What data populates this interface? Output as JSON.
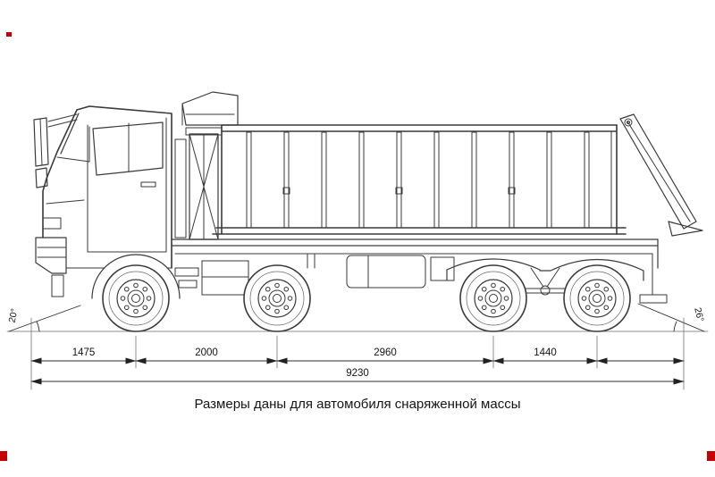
{
  "diagram": {
    "caption": "Размеры даны для автомобиля снаряженной массы",
    "dimensions": {
      "front_overhang_to_axle1": "1475",
      "axle1_to_axle2": "2000",
      "axle2_to_axle3": "2960",
      "axle3_to_axle4": "1440",
      "overall_length": "9230"
    },
    "angles": {
      "front_approach": "20°",
      "rear_departure": "26°"
    },
    "colors": {
      "line": "#3a3a3a",
      "corner_mark": "#c40000"
    }
  }
}
